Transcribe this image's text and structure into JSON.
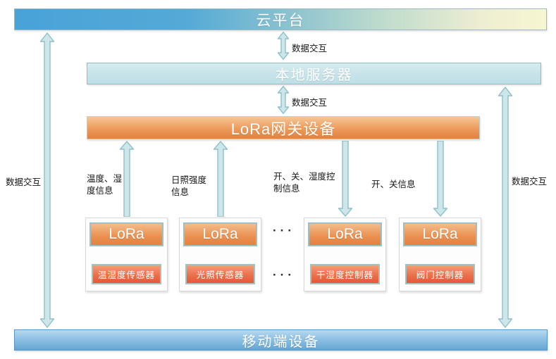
{
  "diagram": {
    "cloud_bar": {
      "label": "云平台"
    },
    "local_server_bar": {
      "label": "本地服务器"
    },
    "gateway_bar": {
      "label": "LoRa网关设备"
    },
    "mobile_bar": {
      "label": "移动端设备"
    },
    "exchange_labels": {
      "top": "数据交互",
      "middle": "数据交互",
      "left": "数据交互",
      "right": "数据交互"
    },
    "node_links": [
      {
        "label": "温度、湿度信息",
        "direction": "up"
      },
      {
        "label": "日照强度信息",
        "direction": "up"
      },
      {
        "label": "开、关、湿度控制信息",
        "direction": "down"
      },
      {
        "label": "开、关信息",
        "direction": "down"
      }
    ],
    "nodes": [
      {
        "title": "LoRa",
        "device": "温湿度传感器"
      },
      {
        "title": "LoRa",
        "device": "光照传感器"
      },
      {
        "title": "LoRa",
        "device": "干湿度控制器"
      },
      {
        "title": "LoRa",
        "device": "阀门控制器"
      }
    ],
    "ellipsis_top": "···",
    "ellipsis_bottom": "···",
    "colors": {
      "cloud_gradient_start": "#49a2d8",
      "cloud_gradient_mid": "#bcdacd",
      "cloud_gradient_end": "#f7f6d2",
      "local_server_fill": "#c6e3e9",
      "gateway_orange": "#e2813e",
      "device_red_orange": "#e5583a",
      "mobile_blue": "#65a5d2",
      "arrow_fill": "#cde6e9",
      "arrow_stroke": "#8fbfc7",
      "text_on_bars": "#ffffff",
      "label_text": "#141414"
    }
  }
}
